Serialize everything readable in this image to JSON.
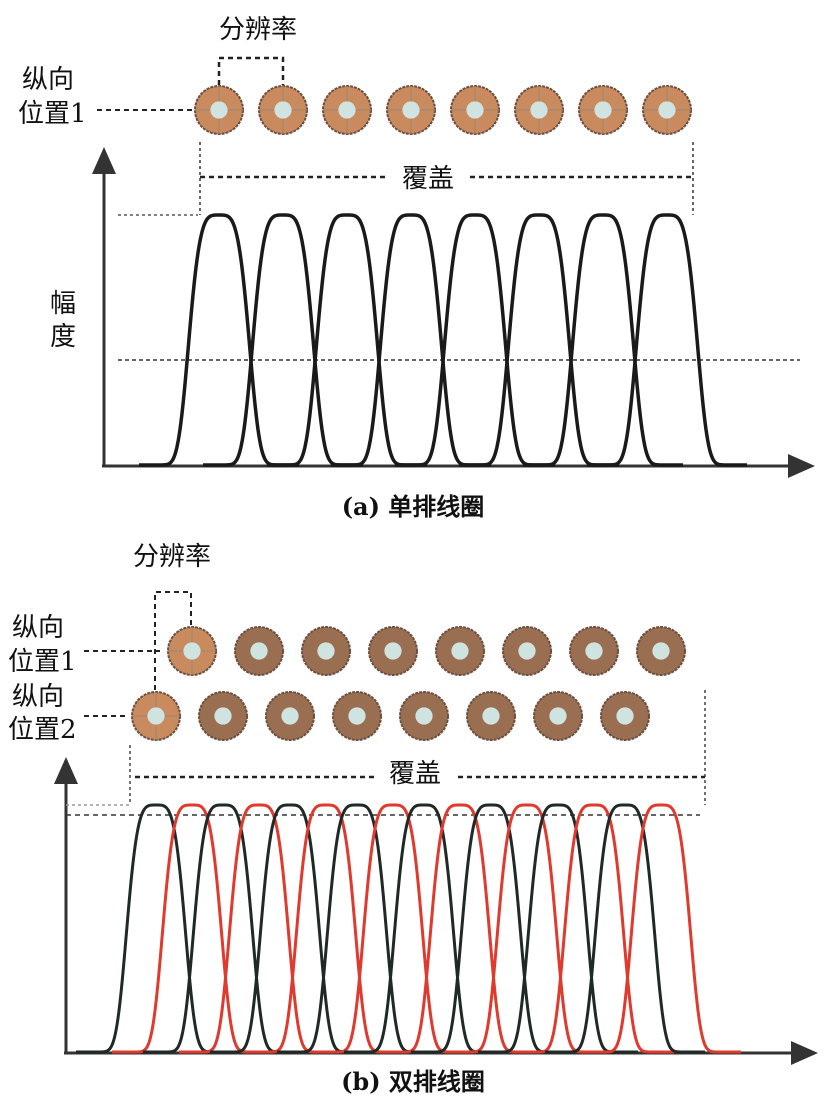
{
  "panel_a": {
    "resolution_label": "分辨率",
    "position1_label_line1": "纵向",
    "position1_label_line2": "位置1",
    "coverage_label": "覆盖",
    "amplitude_label_line1": "幅",
    "amplitude_label_line2": "度",
    "caption": "(a) 单排线圈",
    "coil_count": 8,
    "curve_color": "#1a1a1a",
    "coil_color": "#c98a5e"
  },
  "panel_b": {
    "resolution_label": "分辨率",
    "position1_label_line1": "纵向",
    "position1_label_line2": "位置1",
    "position2_label_line1": "纵向",
    "position2_label_line2": "位置2",
    "coverage_label": "覆盖",
    "caption": "(b) 双排线圈",
    "coils_per_row": 8,
    "curve_colors": [
      "#1f2a26",
      "#e03a2e"
    ],
    "coil_color": "#9a6e50",
    "coil_highlight_color": "#c98a5e"
  }
}
